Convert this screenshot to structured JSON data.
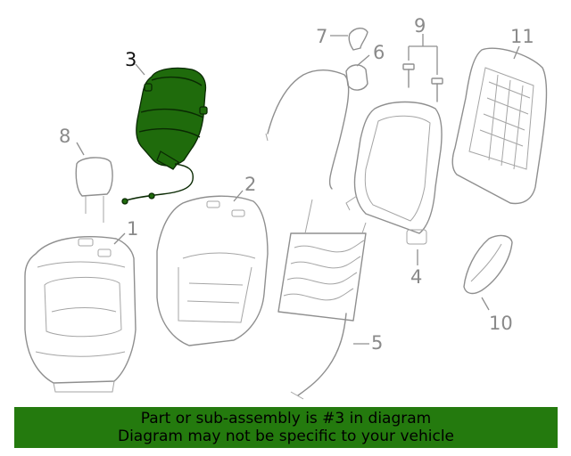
{
  "diagram": {
    "callouts": [
      "1",
      "2",
      "3",
      "4",
      "5",
      "6",
      "7",
      "8",
      "9",
      "10",
      "11"
    ],
    "highlight_color": "#247a0e"
  },
  "banner": {
    "line1": "Part or sub-assembly is #3 in diagram",
    "line2": "Diagram may not be specific to your vehicle"
  }
}
